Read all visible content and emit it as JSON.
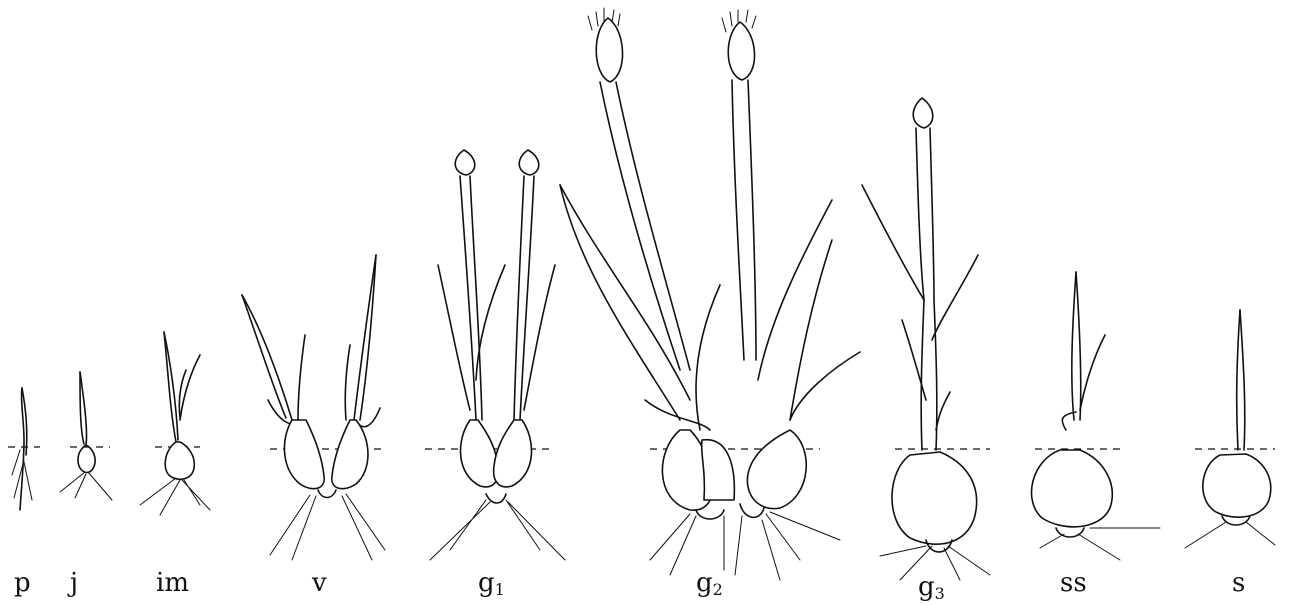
{
  "stages": [
    {
      "id": "p",
      "label": "p",
      "sub": ""
    },
    {
      "id": "j",
      "label": "j",
      "sub": ""
    },
    {
      "id": "im",
      "label": "im",
      "sub": ""
    },
    {
      "id": "v",
      "label": "v",
      "sub": ""
    },
    {
      "id": "g1",
      "label": "g",
      "sub": "1"
    },
    {
      "id": "g2",
      "label": "g",
      "sub": "2"
    },
    {
      "id": "g3",
      "label": "g",
      "sub": "3"
    },
    {
      "id": "ss",
      "label": "ss",
      "sub": ""
    },
    {
      "id": "s",
      "label": "s",
      "sub": ""
    }
  ]
}
